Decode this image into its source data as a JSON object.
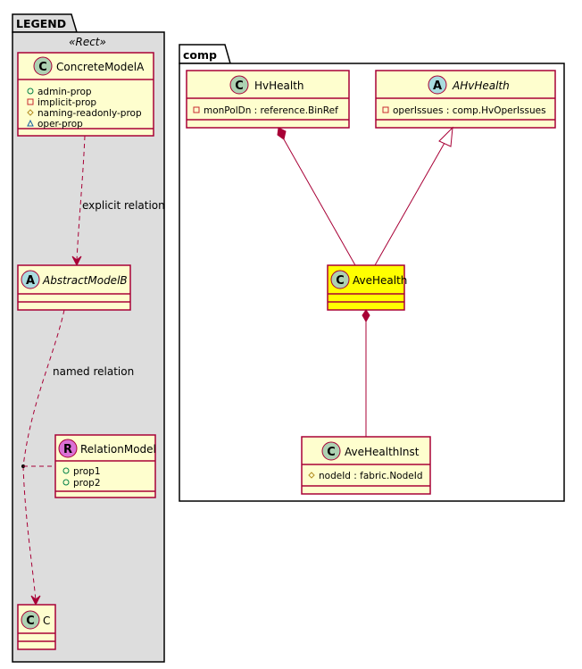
{
  "colors": {
    "class_fill": "#FEFECE",
    "class_border": "#A80036",
    "highlight_fill": "#FFFF00",
    "legend_fill": "#DDDDDD",
    "circle_class": "#ADD1B2",
    "circle_abstract": "#A9DCDF",
    "circle_relation": "#DA70D6",
    "line": "#A80036"
  },
  "legend": {
    "package_name": "LEGEND",
    "stereotype": "«Rect»",
    "concrete_model": {
      "letter": "C",
      "name": "ConcreteModelA",
      "members": [
        {
          "vis": "+",
          "text": "admin-prop"
        },
        {
          "vis": "-",
          "text": "implicit-prop"
        },
        {
          "vis": "#",
          "text": "naming-readonly-prop"
        },
        {
          "vis": "~",
          "text": "oper-prop"
        }
      ]
    },
    "abstract_model": {
      "letter": "A",
      "name": "AbstractModelB"
    },
    "relation_model": {
      "letter": "R",
      "name": "RelationModel",
      "members": [
        {
          "vis": "+",
          "text": "prop1"
        },
        {
          "vis": "+",
          "text": "prop2"
        }
      ]
    },
    "c_model": {
      "letter": "C",
      "name": "C"
    },
    "explicit_relation_label": "explicit relation",
    "named_relation_label": "named relation"
  },
  "comp": {
    "package_name": "comp",
    "hvhealth": {
      "letter": "C",
      "name": "HvHealth",
      "members": [
        {
          "vis": "-",
          "text": "monPolDn : reference.BinRef"
        }
      ]
    },
    "ahvhealth": {
      "letter": "A",
      "name": "AHvHealth",
      "members": [
        {
          "vis": "-",
          "text": "operIssues : comp.HvOperIssues"
        }
      ]
    },
    "avehealth": {
      "letter": "C",
      "name": "AveHealth"
    },
    "avehealthinst": {
      "letter": "C",
      "name": "AveHealthInst",
      "members": [
        {
          "vis": "#",
          "text": "nodeId : fabric.NodeId"
        }
      ]
    }
  }
}
